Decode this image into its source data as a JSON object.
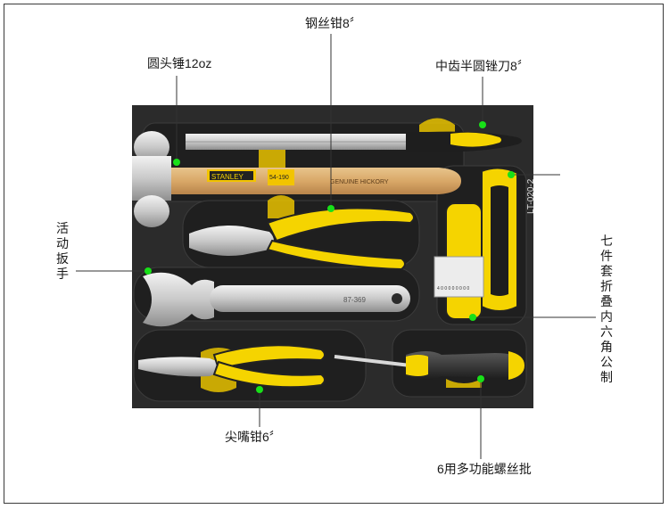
{
  "labels": {
    "hammer": "圆头锤12oz",
    "pliers": "钢丝钳8〞",
    "file": "中齿半圆锉刀8〞",
    "wrench": "活动扳手",
    "needle_pliers": "尖嘴钳6〞",
    "screwdriver": "6用多功能螺丝批",
    "hex_key": "七件套折叠内六角公制"
  },
  "product_marks": {
    "brand": "STANLEY",
    "hammer_model": "54-190",
    "handle_text": "GENUINE HICKORY",
    "wrench_model": "87-369",
    "hex_model": "LT-020-2",
    "barcode_label": "4 0 0 0 0 0 0 0 0"
  },
  "colors": {
    "tray": "#2b2b2b",
    "accent_yellow": "#f5d400",
    "leader_dot": "#18e018",
    "frame": "#3a3a3a"
  }
}
